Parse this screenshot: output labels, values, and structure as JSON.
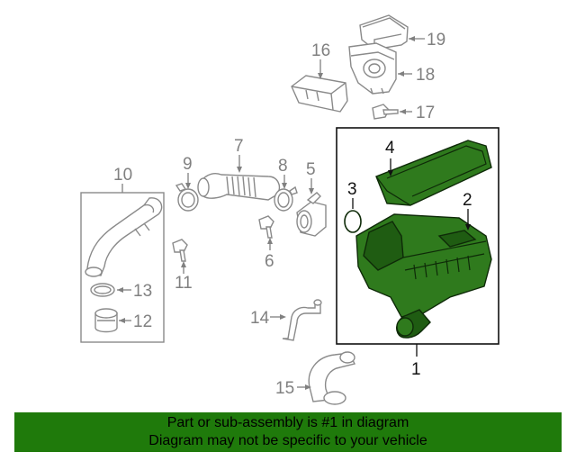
{
  "colors": {
    "highlight": "#2f7a1d",
    "callout": "#808080",
    "banner": "#1f7a0b"
  },
  "callouts": {
    "c1": "1",
    "c2": "2",
    "c3": "3",
    "c4": "4",
    "c5": "5",
    "c6": "6",
    "c7": "7",
    "c8": "8",
    "c9": "9",
    "c10": "10",
    "c11": "11",
    "c12": "12",
    "c13": "13",
    "c14": "14",
    "c15": "15",
    "c16": "16",
    "c17": "17",
    "c18": "18",
    "c19": "19"
  },
  "banner": {
    "line1": "Part or sub-assembly is #1 in diagram",
    "line2": "Diagram may not be specific to your vehicle"
  }
}
